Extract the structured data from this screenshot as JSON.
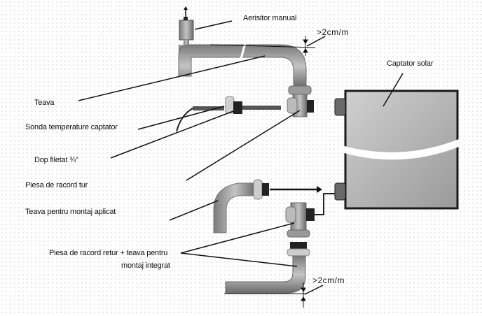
{
  "diagram": {
    "labels": {
      "aerisitor": "Aerisitor manual",
      "slope_top": ">2cm/m",
      "captator": "Captator solar",
      "teava": "Teava",
      "sonda": "Sonda temperature captator",
      "dop": "Dop filetat ¾\"",
      "racord_tur": "Piesa de racord tur",
      "teava_aplicat": "Teava pentru montaj aplicat",
      "racord_retur_line1": "Piesa de racord retur + teava pentru",
      "racord_retur_line2": "montaj integrat",
      "slope_bottom": ">2cm/m"
    },
    "colors": {
      "pipe": "#9a9a9a",
      "pipe_dark": "#6e6e6e",
      "fitting_dark": "#2a2a2a",
      "collector_fill": "#b4b4b4",
      "outline": "#1a1a1a"
    }
  }
}
